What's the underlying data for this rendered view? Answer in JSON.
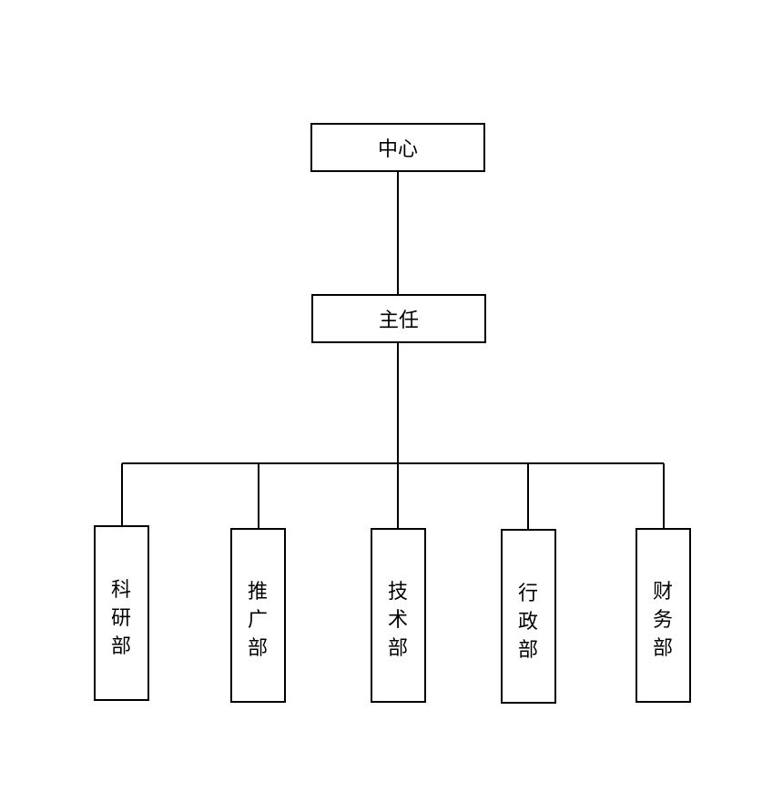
{
  "org_chart": {
    "root": {
      "label": "中心"
    },
    "director": {
      "label": "主任"
    },
    "departments": [
      {
        "label": "科研部"
      },
      {
        "label": "推广部"
      },
      {
        "label": "技术部"
      },
      {
        "label": "行政部"
      },
      {
        "label": "财务部"
      }
    ]
  },
  "colors": {
    "stroke": "#000000",
    "background": "#ffffff",
    "text": "#000000"
  }
}
